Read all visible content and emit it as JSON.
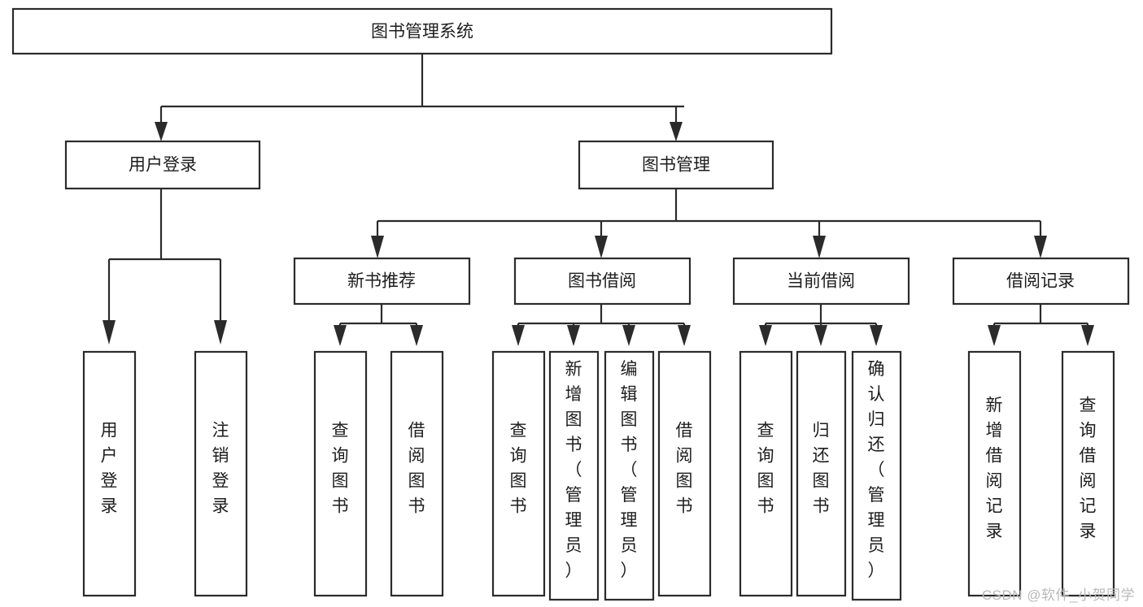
{
  "diagram": {
    "type": "tree-hierarchy",
    "title": "图书管理系统",
    "watermark": "CSDN @软件_小贺同学",
    "colors": {
      "stroke": "#2b2b2b",
      "fill": "#ffffff",
      "text": "#1d1d1d",
      "watermark": "#b9b9b9",
      "background": "#ffffff"
    },
    "levels": [
      {
        "level": 0,
        "nodes": [
          {
            "id": "root",
            "label": "图书管理系统",
            "orientation": "horizontal"
          }
        ]
      },
      {
        "level": 1,
        "nodes": [
          {
            "id": "login",
            "label": "用户登录",
            "orientation": "horizontal",
            "parent": "root"
          },
          {
            "id": "bookmgmt",
            "label": "图书管理",
            "orientation": "horizontal",
            "parent": "root"
          }
        ]
      },
      {
        "level": 2,
        "nodes": [
          {
            "id": "newbook",
            "label": "新书推荐",
            "orientation": "horizontal",
            "parent": "bookmgmt"
          },
          {
            "id": "borrow",
            "label": "图书借阅",
            "orientation": "horizontal",
            "parent": "bookmgmt"
          },
          {
            "id": "current",
            "label": "当前借阅",
            "orientation": "horizontal",
            "parent": "bookmgmt"
          },
          {
            "id": "records",
            "label": "借阅记录",
            "orientation": "horizontal",
            "parent": "bookmgmt"
          }
        ]
      },
      {
        "level": 3,
        "nodes": [
          {
            "id": "leaf-user-login",
            "label": "用户登录",
            "orientation": "vertical",
            "parent": "login"
          },
          {
            "id": "leaf-logout",
            "label": "注销登录",
            "orientation": "vertical",
            "parent": "login"
          },
          {
            "id": "leaf-query-book-1",
            "label": "查询图书",
            "orientation": "vertical",
            "parent": "newbook"
          },
          {
            "id": "leaf-borrow-book-1",
            "label": "借阅图书",
            "orientation": "vertical",
            "parent": "newbook"
          },
          {
            "id": "leaf-query-book-2",
            "label": "查询图书",
            "orientation": "vertical",
            "parent": "borrow"
          },
          {
            "id": "leaf-add-book",
            "label": "新增图书（管理员）",
            "orientation": "vertical",
            "parent": "borrow"
          },
          {
            "id": "leaf-edit-book",
            "label": "编辑图书（管理员）",
            "orientation": "vertical",
            "parent": "borrow"
          },
          {
            "id": "leaf-borrow-book-2",
            "label": "借阅图书",
            "orientation": "vertical",
            "parent": "borrow"
          },
          {
            "id": "leaf-query-book-3",
            "label": "查询图书",
            "orientation": "vertical",
            "parent": "current"
          },
          {
            "id": "leaf-return-book",
            "label": "归还图书",
            "orientation": "vertical",
            "parent": "current"
          },
          {
            "id": "leaf-confirm-return",
            "label": "确认归还（管理员）",
            "orientation": "vertical",
            "parent": "current"
          },
          {
            "id": "leaf-add-record",
            "label": "新增借阅记录",
            "orientation": "vertical",
            "parent": "records"
          },
          {
            "id": "leaf-query-record",
            "label": "查询借阅记录",
            "orientation": "vertical",
            "parent": "records"
          }
        ]
      }
    ]
  }
}
